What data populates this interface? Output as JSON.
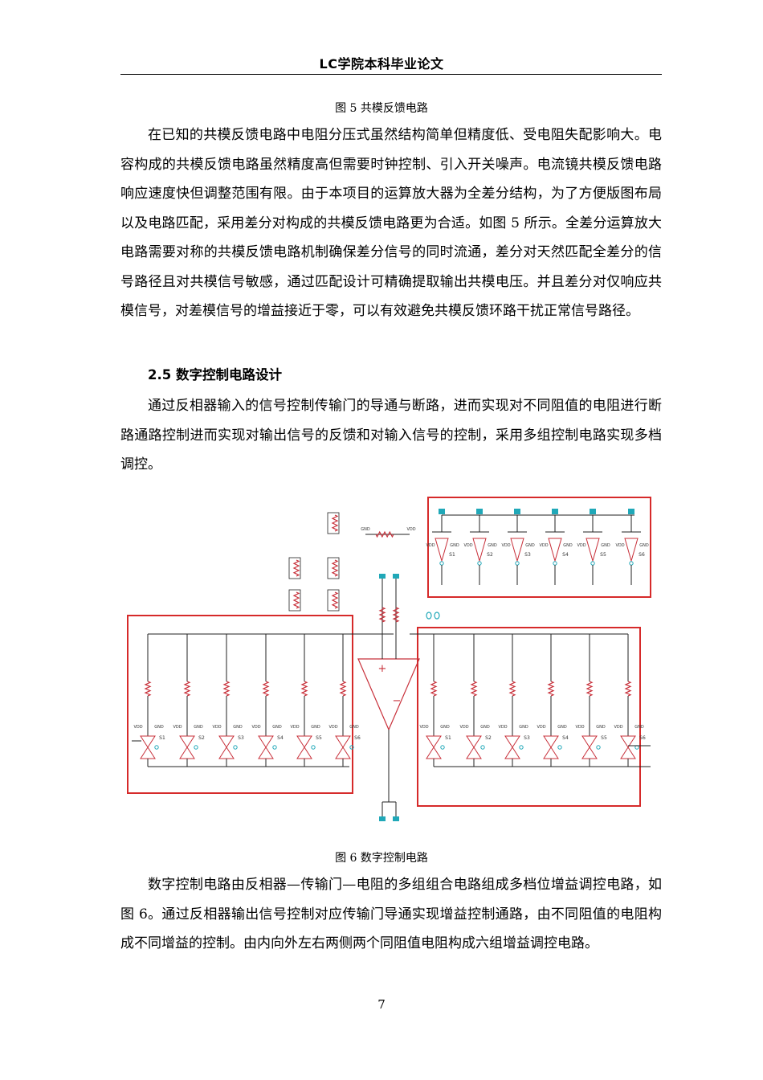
{
  "header": {
    "title": "LC学院本科毕业论文"
  },
  "figure5": {
    "caption": "图 5 共模反馈电路"
  },
  "paragraphs": {
    "p1": "在已知的共模反馈电路中电阻分压式虽然结构简单但精度低、受电阻失配影响大。电容构成的共模反馈电路虽然精度高但需要时钟控制、引入开关噪声。电流镜共模反馈电路响应速度快但调整范围有限。由于本项目的运算放大器为全差分结构，为了方便版图布局以及电路匹配，采用差分对构成的共模反馈电路更为合适。如图 5 所示。全差分运算放大电路需要对称的共模反馈电路机制确保差分信号的同时流通，差分对天然匹配全差分的信号路径且对共模信号敏感，通过匹配设计可精确提取输出共模电压。并且差分对仅响应共模信号，对差模信号的增益接近于零，可以有效避免共模反馈环路干扰正常信号路径。",
    "p2": "通过反相器输入的信号控制传输门的导通与断路，进而实现对不同阻值的电阻进行断路通路控制进而实现对输出信号的反馈和对输入信号的控制，采用多组控制电路实现多档调控。",
    "p3": "数字控制电路由反相器—传输门—电阻的多组组合电路组成多档位增益调控电路，如图 6。通过反相器输出信号控制对应传输门导通实现增益控制通路，由不同阻值的电阻构成不同增益的控制。由内向外左右两侧两个同阻值电阻构成六组增益调控电路。"
  },
  "section": {
    "heading": "2.5 数字控制电路设计"
  },
  "figure6": {
    "caption": "图 6 数字控制电路",
    "colors": {
      "highlight_box": "#d62a2a",
      "wire": "#222222",
      "component": "#20a8b8",
      "resistor": "#c8303a"
    },
    "left_gate_labels": [
      "S1",
      "S2",
      "S3",
      "S4",
      "S5",
      "S6"
    ],
    "right_gate_labels": [
      "S1",
      "S2",
      "S3",
      "S4",
      "S5",
      "S6"
    ],
    "top_inverter_labels": [
      "S1",
      "S2",
      "S3",
      "S4",
      "S5",
      "S6"
    ],
    "net_vdd": "VDD",
    "net_gnd": "GND",
    "opamp_plus": "+",
    "opamp_minus": "−"
  },
  "page": {
    "number": "7"
  }
}
